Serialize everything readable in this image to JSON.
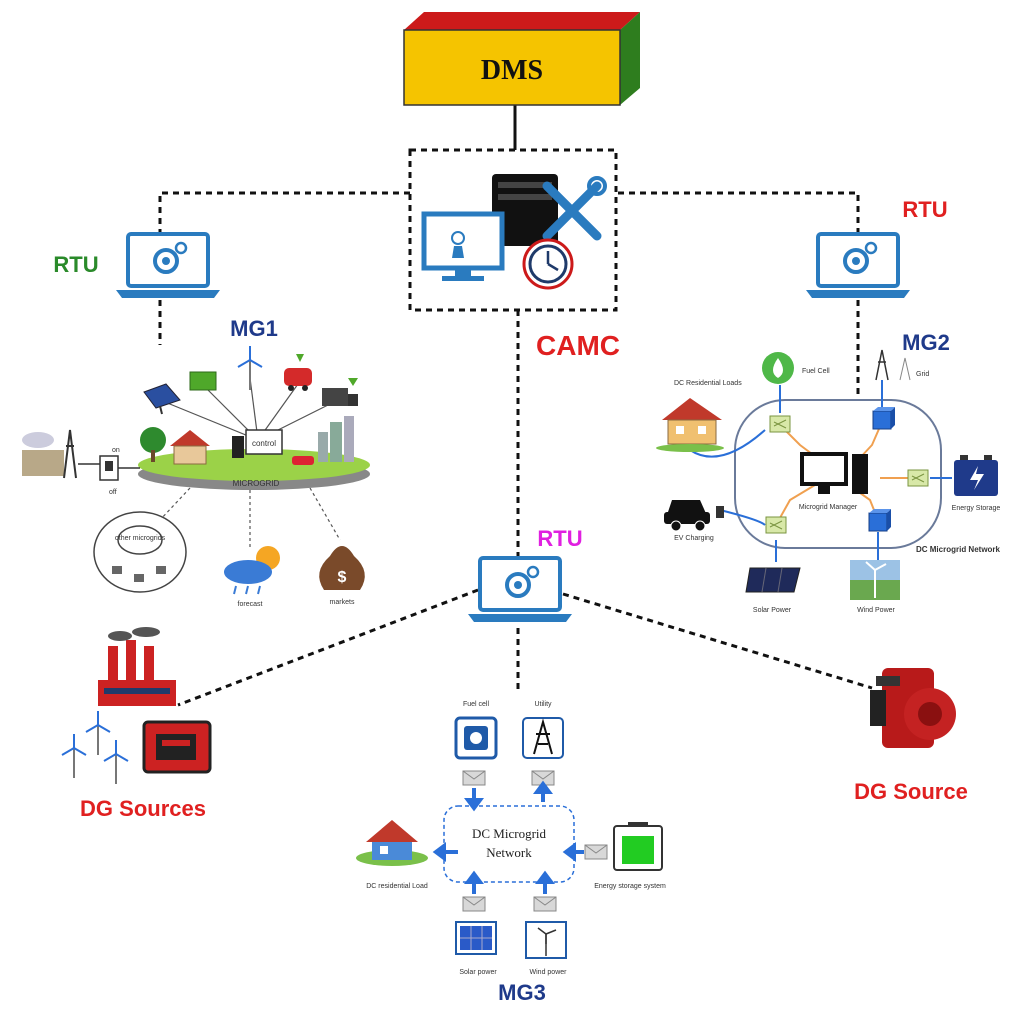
{
  "dms": {
    "label": "DMS"
  },
  "camc": {
    "label": "CAMC"
  },
  "rtu": {
    "left": "RTU",
    "right": "RTU",
    "center": "RTU"
  },
  "mg1": {
    "title": "MG1",
    "labels": {
      "on": "on",
      "off": "off",
      "control": "control",
      "microgrid": "MICROGRID",
      "other_microgrids": "other microgrids",
      "forecast": "forecast",
      "markets": "markets"
    }
  },
  "mg2": {
    "title": "MG2",
    "labels": {
      "fuel_cell": "Fuel Cell",
      "grid": "Grid",
      "dc_residential_loads": "DC Residential Loads",
      "ev_charging": "EV Charging",
      "microgrid_manager": "Microgrid Manager",
      "energy_storage": "Energy Storage",
      "dc_microgrid_network": "DC Microgrid Network",
      "solar_power": "Solar Power",
      "wind_power": "Wind Power"
    }
  },
  "mg3": {
    "title": "MG3",
    "labels": {
      "fuel_cell": "Fuel cell",
      "utility": "Utility",
      "network_line1": "DC Microgrid",
      "network_line2": "Network",
      "dc_residential_load": "DC residential Load",
      "energy_storage_system": "Energy storage system",
      "solar_power": "Solar power",
      "wind_power": "Wind power"
    }
  },
  "dg": {
    "sources": "DG Sources",
    "source": "DG Source"
  },
  "colors": {
    "dms_yellow": "#f5c400",
    "dms_red": "#cc1a1a",
    "dms_green": "#2e7d1e",
    "accent_red": "#e02020",
    "rtu_green": "#2a8a2a",
    "mg_navy": "#1f3a8a",
    "rtu_magenta": "#e020e0",
    "laptop_blue": "#2a7bbf"
  }
}
